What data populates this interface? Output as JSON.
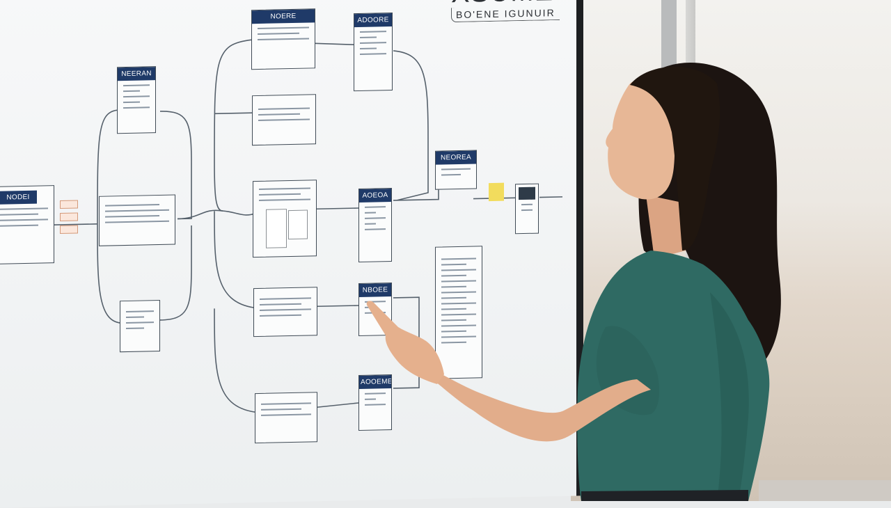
{
  "board": {
    "title": "XSUME",
    "subtitle": "BO'ENE IGUNUIR",
    "nodes": [
      {
        "id": "n-left",
        "label": "NODEI"
      },
      {
        "id": "n-top-left",
        "label": "NEERAN"
      },
      {
        "id": "n-top-center",
        "label": "NOERE"
      },
      {
        "id": "n-top-right",
        "label": "ADOORE"
      },
      {
        "id": "n-mid-right",
        "label": "AOEOA"
      },
      {
        "id": "n-right",
        "label": "NEOREA"
      },
      {
        "id": "n-lower-right",
        "label": "NBOEE"
      },
      {
        "id": "n-bottom-right",
        "label": "AOOEME"
      }
    ]
  },
  "colors": {
    "node_header": "#1f3a68",
    "shirt": "#2f6a63",
    "hair": "#1c1411",
    "skin": "#e3b08e"
  }
}
